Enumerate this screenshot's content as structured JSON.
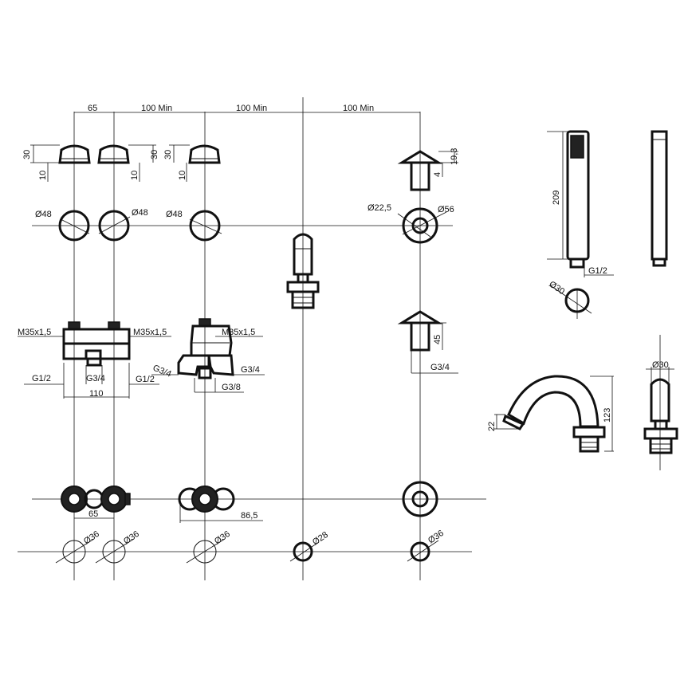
{
  "dimensions": {
    "top_spacing": [
      "65",
      "100 Min",
      "100 Min",
      "100 Min"
    ],
    "handle_height": "30",
    "handle_base": "10",
    "spout_top_height": "19,3",
    "spout_top_small": "4",
    "diameters_row": [
      "Ø48",
      "Ø48",
      "Ø48",
      "Ø22,5",
      "Ø56"
    ],
    "thread_labels": [
      "M35x1,5",
      "M35x1,5",
      "M35x1,5"
    ],
    "g12_left": "G1/2",
    "g34_mid": "G3/4",
    "g12_right": "G1/2",
    "width_110": "110",
    "g34_a": "G3/4",
    "g34_b": "G3/4",
    "g38": "G3/8",
    "dim_45": "45",
    "g34_right": "G3/4",
    "bottom_65": "65",
    "bottom_865": "86,5",
    "holes": [
      "Ø36",
      "Ø36",
      "Ø36",
      "Ø28",
      "Ø36"
    ],
    "shower_length": "209",
    "shower_thread": "G1/2",
    "shower_diameter": "Ø30",
    "spout_height": "123",
    "spout_tip": "22",
    "spout_diameter": "Ø30"
  }
}
